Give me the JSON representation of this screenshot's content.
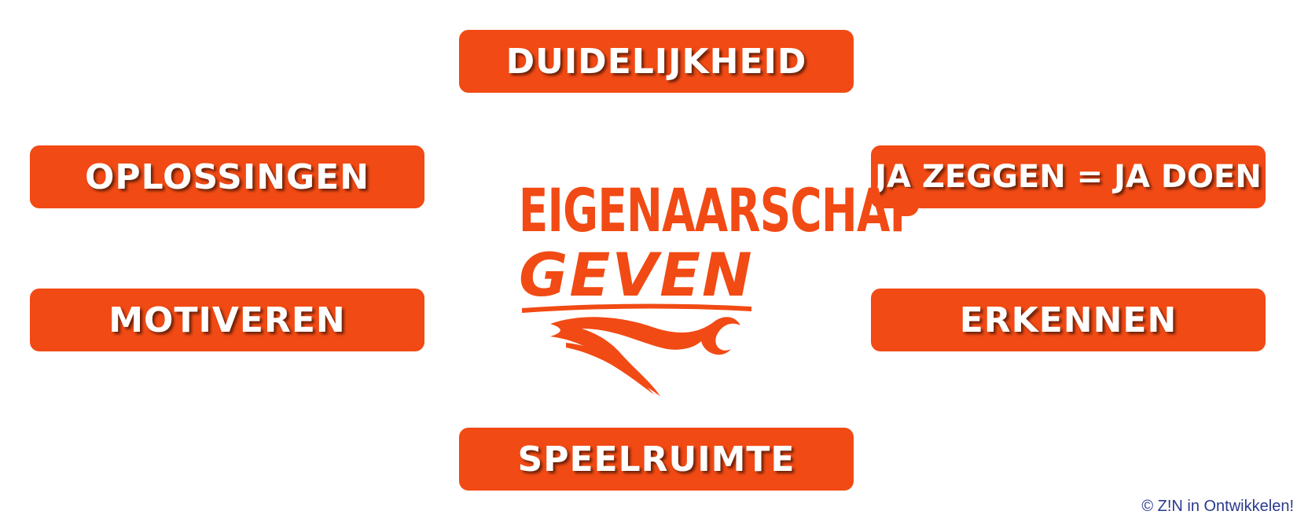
{
  "boxes": {
    "duidelijkheid": "Duidelijkheid",
    "oplossingen": "Oplossingen",
    "ja_zeggen": "Ja zeggen = ja doen",
    "motiveren": "Motiveren",
    "erkennen": "Erkennen",
    "speelruimte": "Speelruimte"
  },
  "center": {
    "title": "EIGENAARSCHAP",
    "subtitle": "GEVEN"
  },
  "footer": {
    "copyright": "© Z!N in Ontwikkelen!"
  },
  "colors": {
    "accent": "#f14a14",
    "box_text": "#ffffff",
    "copyright_text": "#2b3a8c"
  },
  "icons": {
    "flourish": "wave-flourish-icon"
  }
}
